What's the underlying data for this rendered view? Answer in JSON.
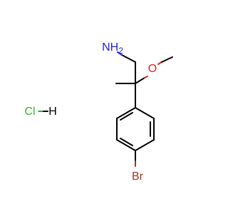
{
  "molecule": {
    "atom_labels": {
      "amine": "NH",
      "amine_h": "2",
      "oxygen": "O",
      "bromine": "Br",
      "chlorine": "Cl",
      "hydrogen": "H"
    },
    "colors": {
      "bond": "#000000",
      "nitrogen": "#1f1fd6",
      "oxygen": "#e0211b",
      "bromine": "#a1331f",
      "chlorine": "#2db52d",
      "hydrogen": "#000000"
    }
  }
}
